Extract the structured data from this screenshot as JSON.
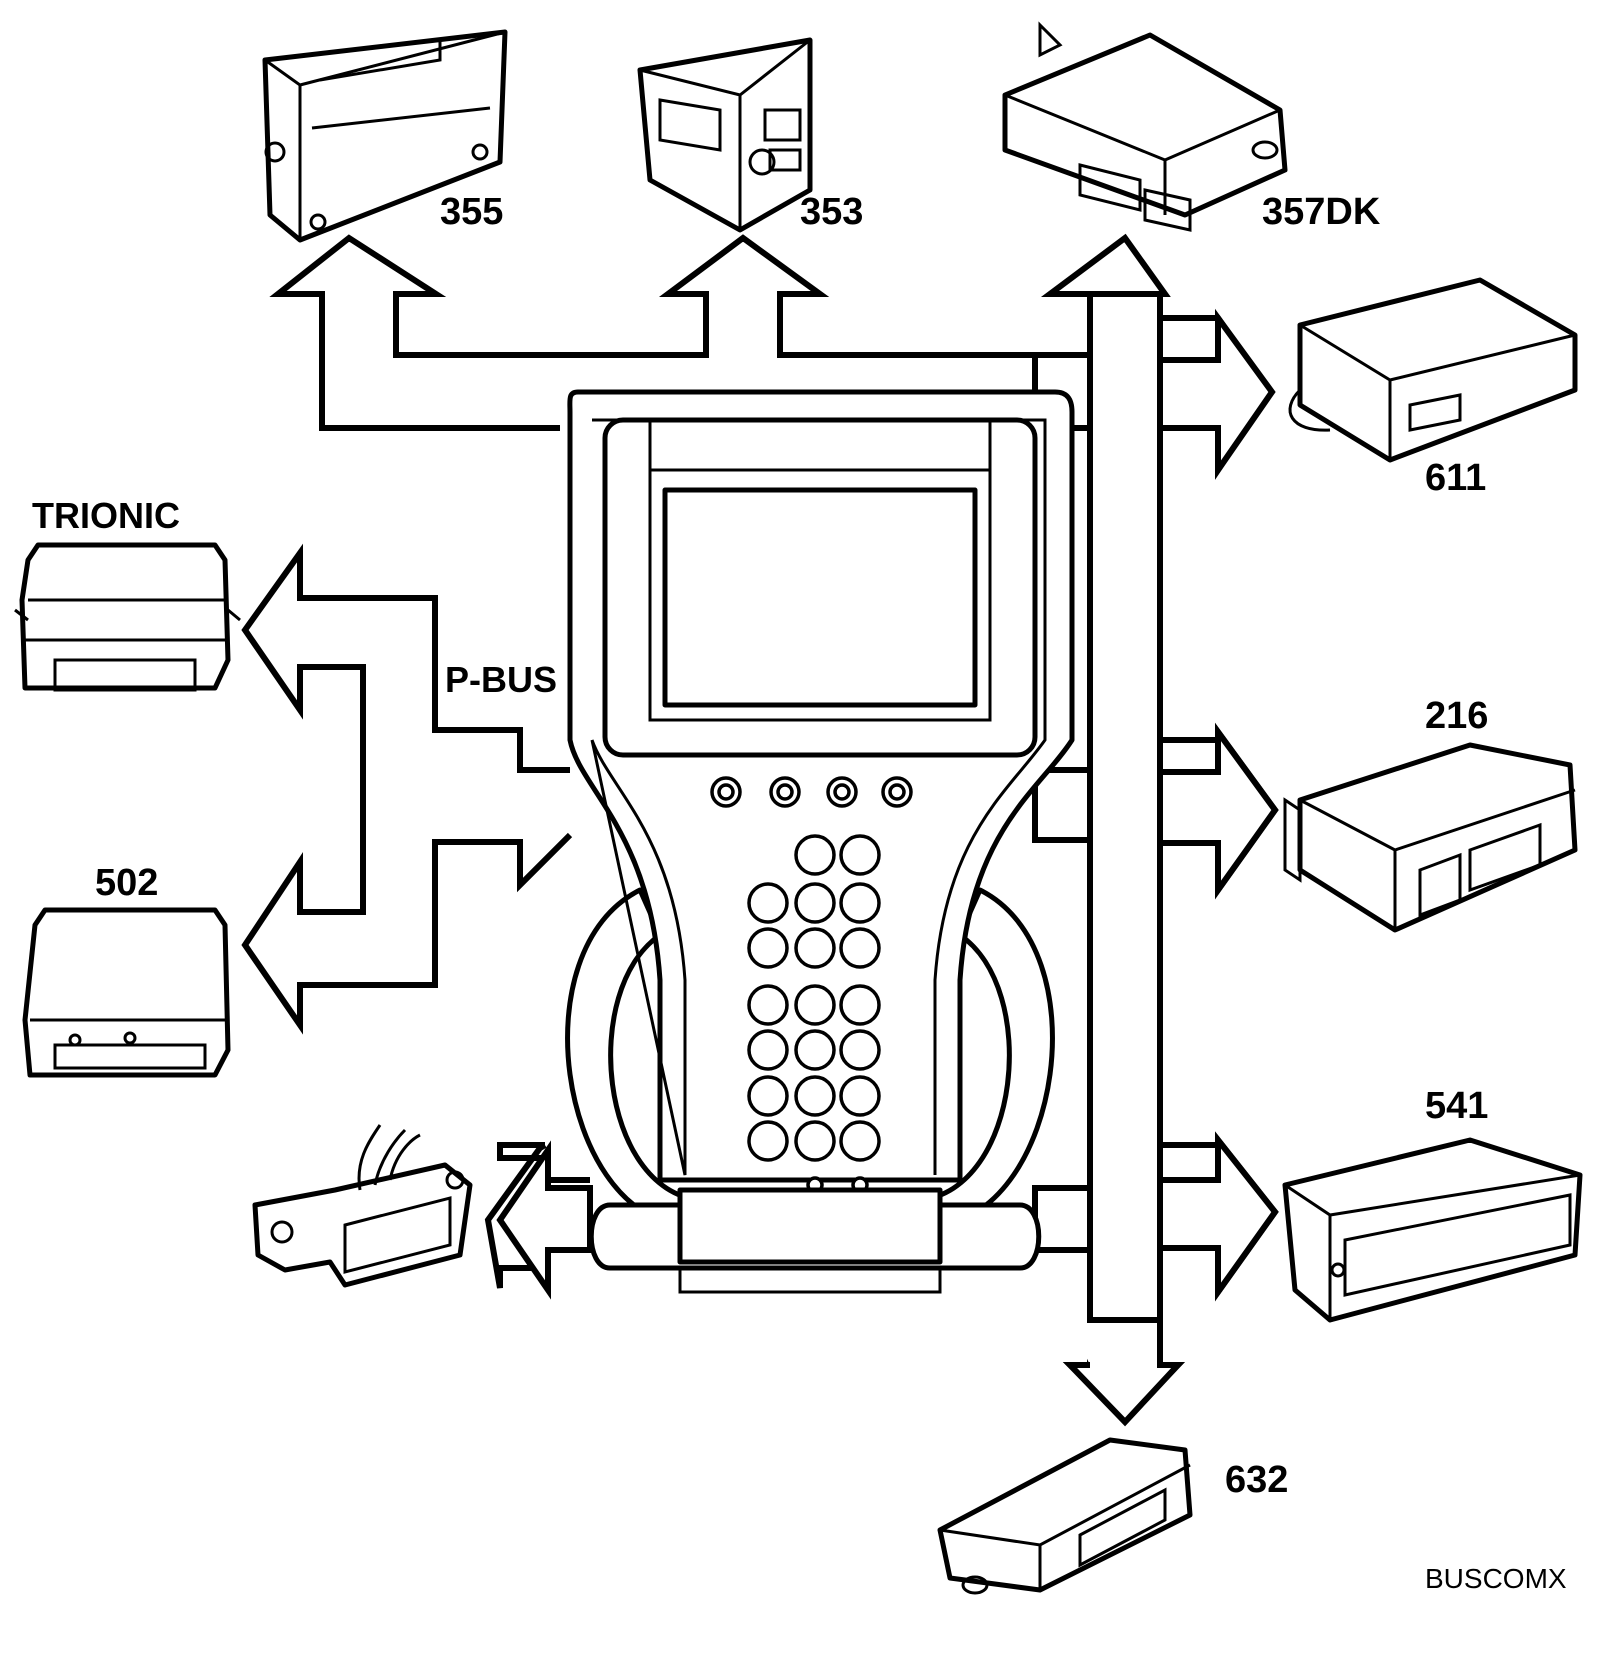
{
  "labels": {
    "m355": "355",
    "m353": "353",
    "m357dk": "357DK",
    "m611": "611",
    "trionic": "TRIONIC",
    "pbus": "P-BUS",
    "m216": "216",
    "m502": "502",
    "m541": "541",
    "m632": "632",
    "code": "BUSCOMX"
  }
}
